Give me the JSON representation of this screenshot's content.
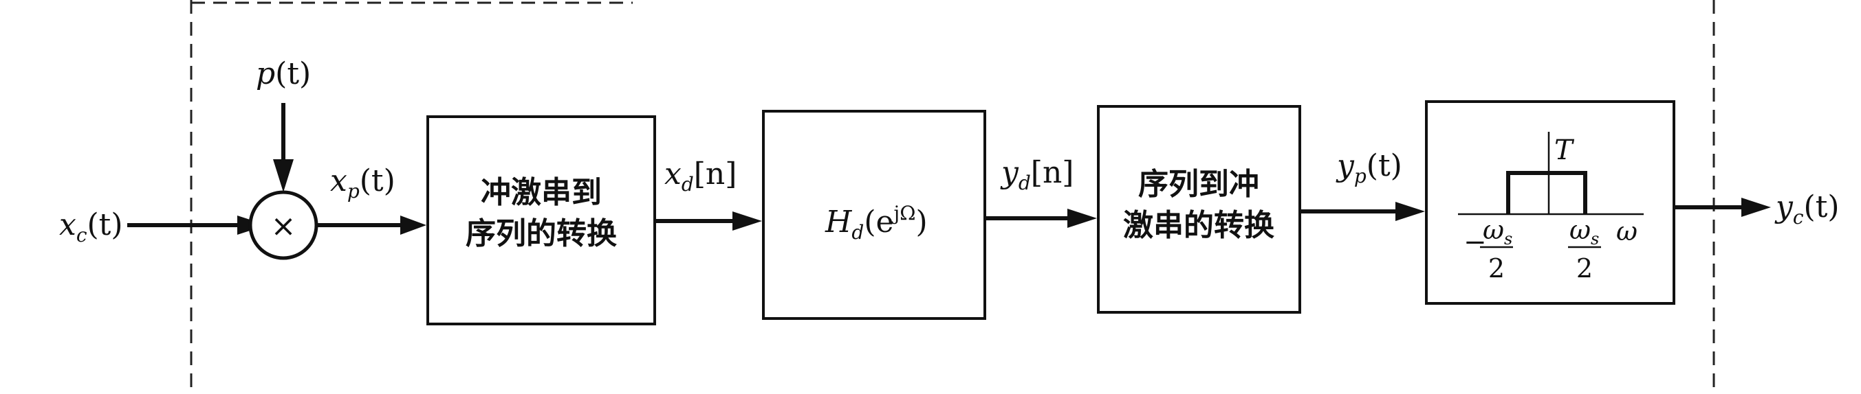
{
  "signals": {
    "input": "x",
    "input_sub": "c",
    "input_arg": "(t)",
    "impulse_train": "p",
    "impulse_train_arg": "(t)",
    "xp": "x",
    "xp_sub": "p",
    "xp_arg": "(t)",
    "xd": "x",
    "xd_sub": "d",
    "xd_arg": "[n]",
    "yd": "y",
    "yd_sub": "d",
    "yd_arg": "[n]",
    "yp": "y",
    "yp_sub": "p",
    "yp_arg": "(t)",
    "output": "y",
    "output_sub": "c",
    "output_arg": "(t)"
  },
  "multiplier": {
    "symbol": "×"
  },
  "blocks": {
    "c2d_line1": "冲激串到",
    "c2d_line2": "序列的转换",
    "filter_h": "H",
    "filter_sub": "d",
    "filter_arg": "(e",
    "filter_exp": "jΩ",
    "filter_close": ")",
    "d2c_line1": "序列到冲",
    "d2c_line2": "激串的转换"
  },
  "lowpass": {
    "gain": "T",
    "neg_sign": "−",
    "left_num": "ω",
    "left_num_sub": "s",
    "left_den": "2",
    "right_num": "ω",
    "right_num_sub": "s",
    "right_den": "2",
    "axis_label": "ω"
  }
}
